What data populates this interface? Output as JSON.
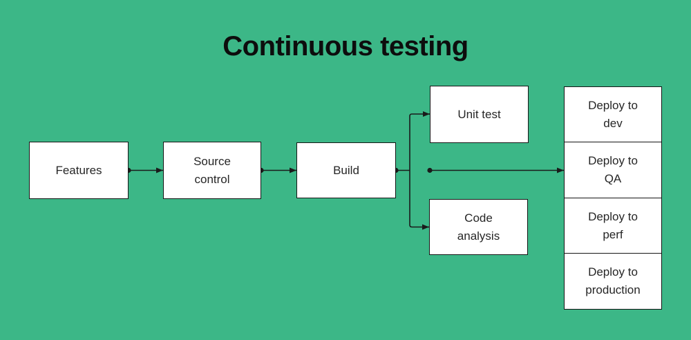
{
  "title": "Continuous testing",
  "colors": {
    "background": "#3CB787",
    "box_fill": "#FFFFFF",
    "box_border": "#141414",
    "connector": "#1A1A1A",
    "box_text": "#262626",
    "title_text": "#0D0D0D"
  },
  "nodes": {
    "features": {
      "label": "Features"
    },
    "source_control": {
      "label": "Source\ncontrol"
    },
    "build": {
      "label": "Build"
    },
    "unit_test": {
      "label": "Unit test"
    },
    "code_analysis": {
      "label": "Code\nanalysis"
    },
    "deploy_dev": {
      "label": "Deploy to\ndev"
    },
    "deploy_qa": {
      "label": "Deploy to\nQA"
    },
    "deploy_perf": {
      "label": "Deploy to\nperf"
    },
    "deploy_production": {
      "label": "Deploy to\nproduction"
    }
  },
  "edges": [
    {
      "from": "features",
      "to": "source_control"
    },
    {
      "from": "source_control",
      "to": "build"
    },
    {
      "from": "build",
      "to": "unit_test"
    },
    {
      "from": "build",
      "to": "code_analysis"
    },
    {
      "from": "build",
      "to": "deploy_qa"
    }
  ]
}
